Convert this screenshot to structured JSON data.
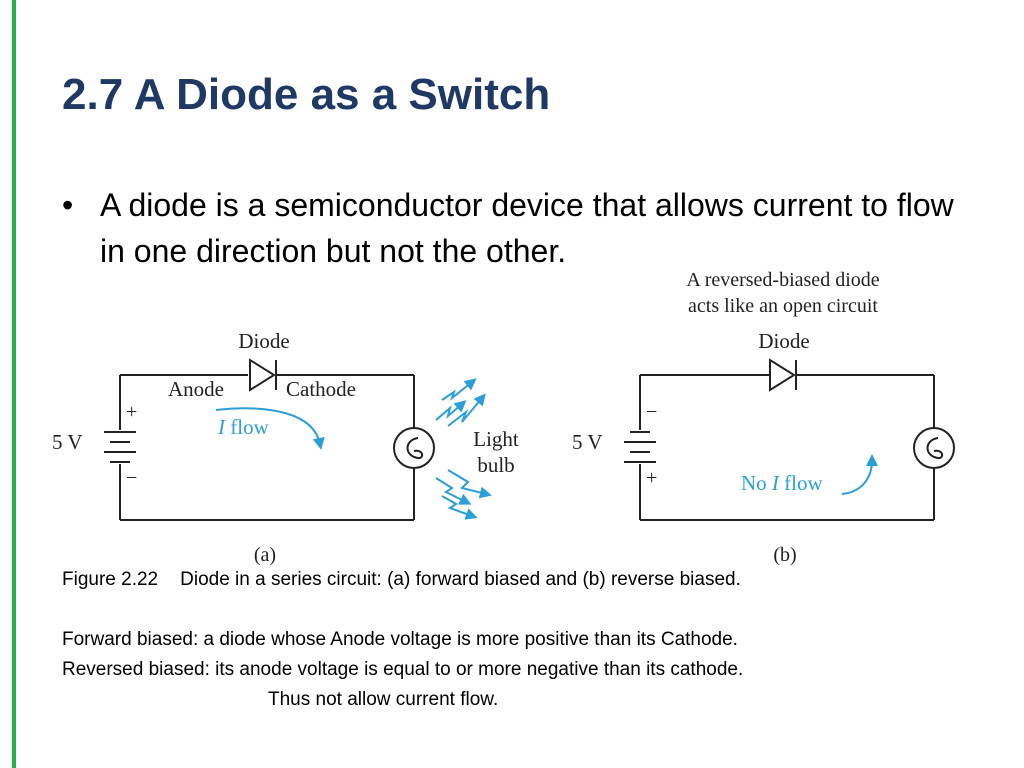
{
  "slide": {
    "title": "2.7 A Diode as a Switch",
    "bullet": "A diode is a semiconductor device that allows current to flow in one direction but not the other.",
    "accent_color": "#21b24b",
    "title_color": "#1f3864"
  },
  "diagram": {
    "reverse_note_line1": "A reversed-biased diode",
    "reverse_note_line2": "acts like an open circuit",
    "a": {
      "diode_label": "Diode",
      "anode_label": "Anode",
      "cathode_label": "Cathode",
      "voltage_label": "5 V",
      "plus": "+",
      "minus": "−",
      "flow_italic": "I",
      "flow_text": " flow",
      "bulb_label_1": "Light",
      "bulb_label_2": "bulb",
      "panel_label": "(a)"
    },
    "b": {
      "diode_label": "Diode",
      "voltage_label": "5 V",
      "top_sign": "−",
      "bottom_sign": "+",
      "flow_prefix": "No ",
      "flow_italic": "I",
      "flow_text": " flow",
      "panel_label": "(b)"
    },
    "flow_color": "#2a9fd8"
  },
  "caption": {
    "figure_number": "Figure 2.22",
    "text": "Diode in a series circuit: (a) forward biased and (b) reverse biased."
  },
  "notes": {
    "forward": "Forward biased: a diode whose Anode voltage is more positive than its Cathode.",
    "reverse": "Reversed biased: its anode voltage is equal to or more negative than its cathode.",
    "reverse_cont": "Thus not allow current flow."
  }
}
